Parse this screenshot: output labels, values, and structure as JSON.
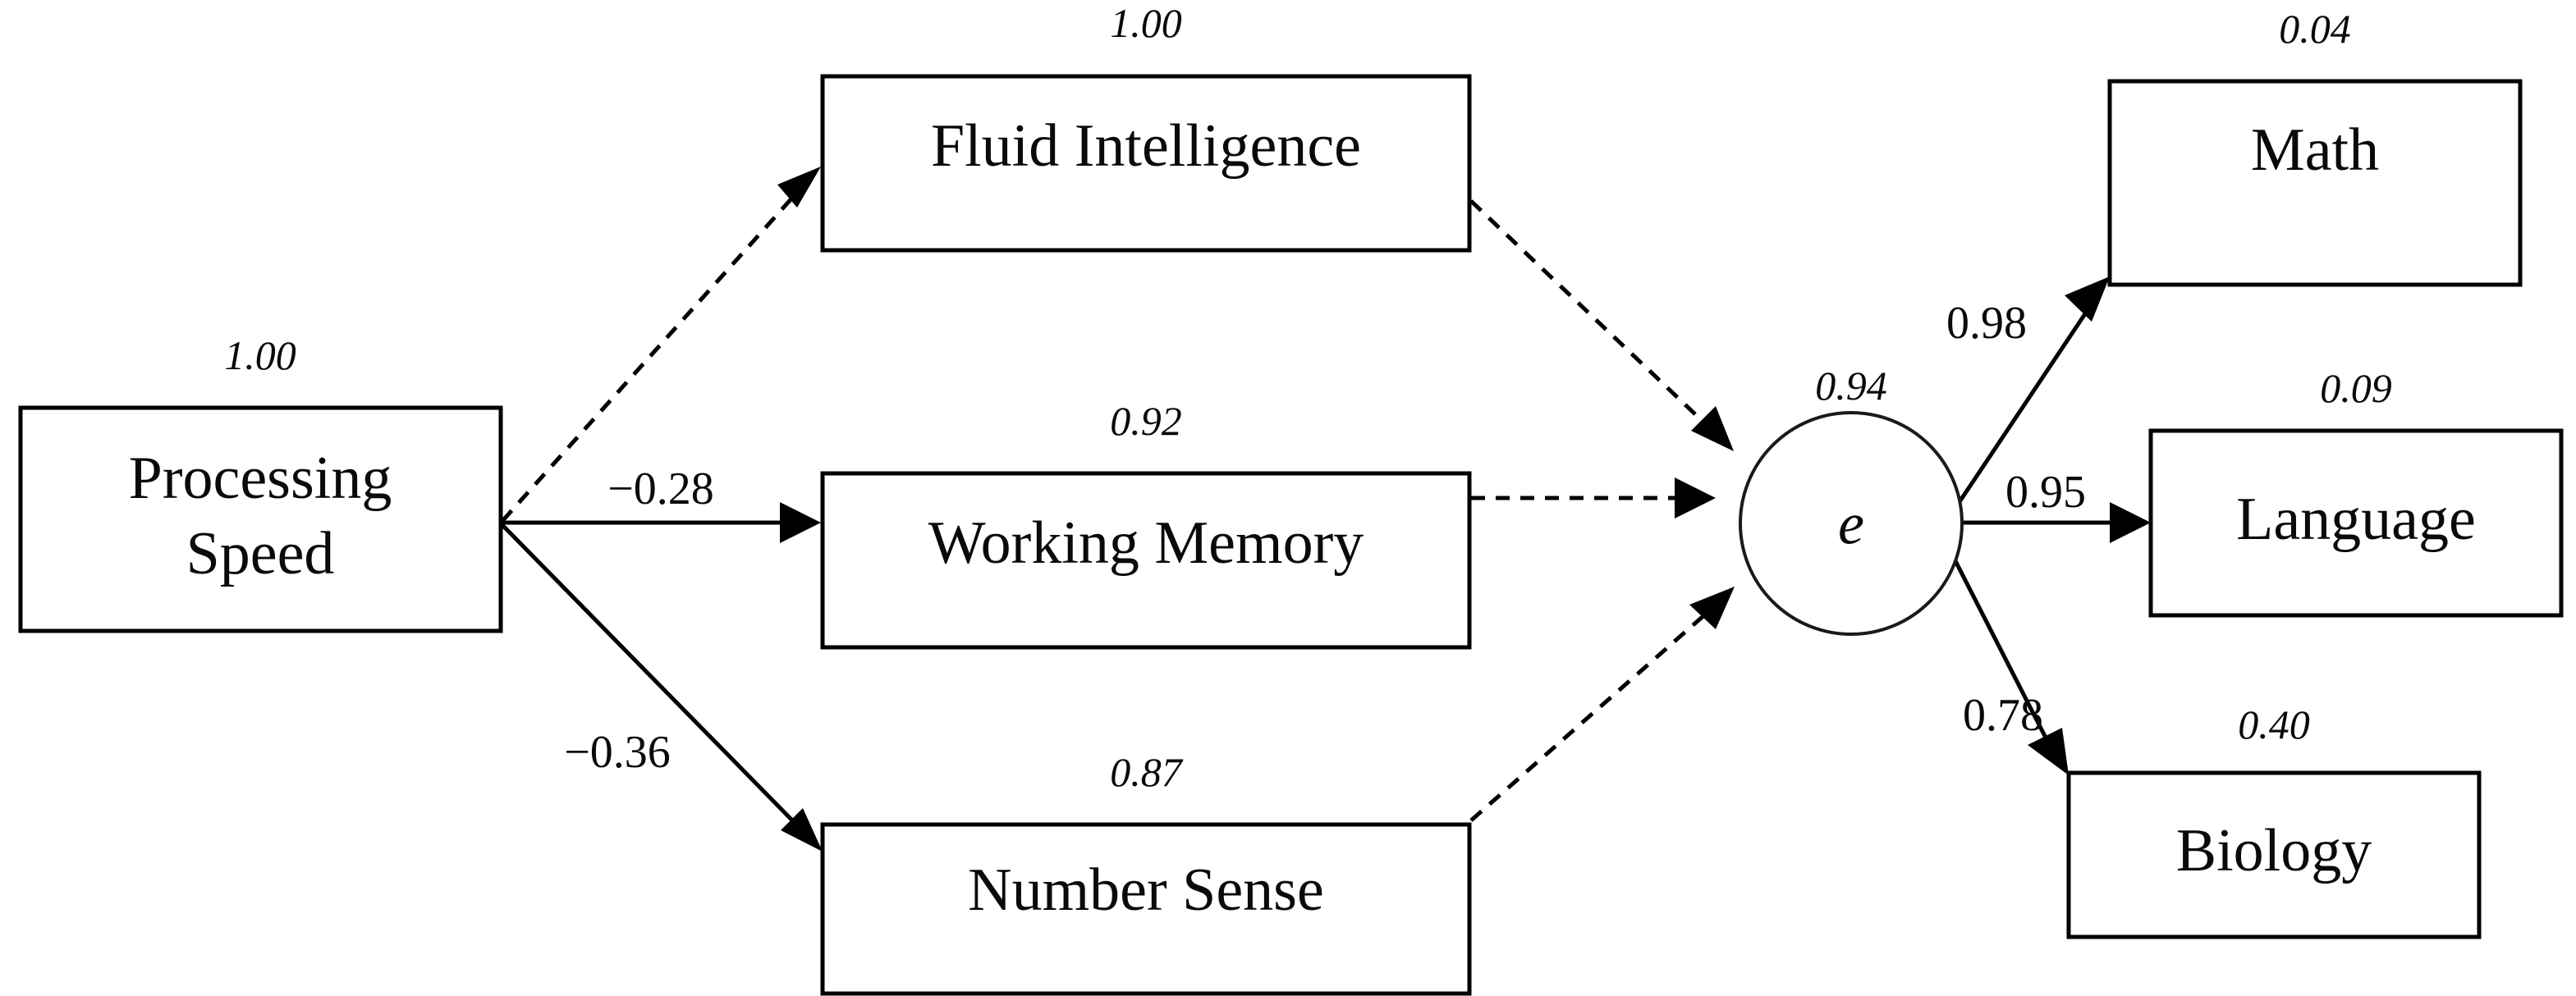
{
  "diagram": {
    "title": "Structural equation model path diagram",
    "background_color": "#ffffff",
    "stroke_color": "#000000",
    "nodes": [
      {
        "id": "processing_speed",
        "label_line1": "Processing",
        "label_line2": "Speed",
        "shape": "rectangle",
        "variance_label": "1.00"
      },
      {
        "id": "fluid_intelligence",
        "label": "Fluid Intelligence",
        "shape": "rectangle",
        "variance_label": "1.00"
      },
      {
        "id": "working_memory",
        "label": "Working Memory",
        "shape": "rectangle",
        "variance_label": "0.92"
      },
      {
        "id": "number_sense",
        "label": "Number Sense",
        "shape": "rectangle",
        "variance_label": "0.87"
      },
      {
        "id": "error",
        "label": "e",
        "shape": "circle",
        "variance_label": "0.94"
      },
      {
        "id": "math",
        "label": "Math",
        "shape": "rectangle",
        "variance_label": "0.04"
      },
      {
        "id": "language",
        "label": "Language",
        "shape": "rectangle",
        "variance_label": "0.09"
      },
      {
        "id": "biology",
        "label": "Biology",
        "shape": "rectangle",
        "variance_label": "0.40"
      }
    ],
    "edges": [
      {
        "id": "ps_to_fi",
        "from": "processing_speed",
        "to": "fluid_intelligence",
        "style": "dashed",
        "label": ""
      },
      {
        "id": "ps_to_wm",
        "from": "processing_speed",
        "to": "working_memory",
        "style": "solid",
        "label": "−0.28"
      },
      {
        "id": "ps_to_ns",
        "from": "processing_speed",
        "to": "number_sense",
        "style": "solid",
        "label": "−0.36"
      },
      {
        "id": "fi_to_e",
        "from": "fluid_intelligence",
        "to": "error",
        "style": "dashed",
        "label": ""
      },
      {
        "id": "wm_to_e",
        "from": "working_memory",
        "to": "error",
        "style": "dashed",
        "label": ""
      },
      {
        "id": "ns_to_e",
        "from": "number_sense",
        "to": "error",
        "style": "dashed",
        "label": ""
      },
      {
        "id": "e_to_math",
        "from": "error",
        "to": "math",
        "style": "solid",
        "label": "0.98"
      },
      {
        "id": "e_to_language",
        "from": "error",
        "to": "language",
        "style": "solid",
        "label": "0.95"
      },
      {
        "id": "e_to_biology",
        "from": "error",
        "to": "biology",
        "style": "solid",
        "label": "0.78"
      }
    ]
  },
  "chart_data": {
    "type": "diagram",
    "title": "Structural equation model path diagram",
    "nodes": [
      "Processing Speed",
      "Fluid Intelligence",
      "Working Memory",
      "Number Sense",
      "e",
      "Math",
      "Language",
      "Biology"
    ],
    "variances": {
      "Processing Speed": "1.00",
      "Fluid Intelligence": "1.00",
      "Working Memory": "0.92",
      "Number Sense": "0.87",
      "e": "0.94",
      "Math": "0.04",
      "Language": "0.09",
      "Biology": "0.40"
    },
    "path_coefficients": [
      {
        "from": "Processing Speed",
        "to": "Fluid Intelligence",
        "value": null,
        "line": "dashed"
      },
      {
        "from": "Processing Speed",
        "to": "Working Memory",
        "value": "−0.28",
        "line": "solid"
      },
      {
        "from": "Processing Speed",
        "to": "Number Sense",
        "value": "−0.36",
        "line": "solid"
      },
      {
        "from": "Fluid Intelligence",
        "to": "e",
        "value": null,
        "line": "dashed"
      },
      {
        "from": "Working Memory",
        "to": "e",
        "value": null,
        "line": "dashed"
      },
      {
        "from": "Number Sense",
        "to": "e",
        "value": null,
        "line": "dashed"
      },
      {
        "from": "e",
        "to": "Math",
        "value": "0.98",
        "line": "solid"
      },
      {
        "from": "e",
        "to": "Language",
        "value": "0.95",
        "line": "solid"
      },
      {
        "from": "e",
        "to": "Biology",
        "value": "0.78",
        "line": "solid"
      }
    ]
  }
}
